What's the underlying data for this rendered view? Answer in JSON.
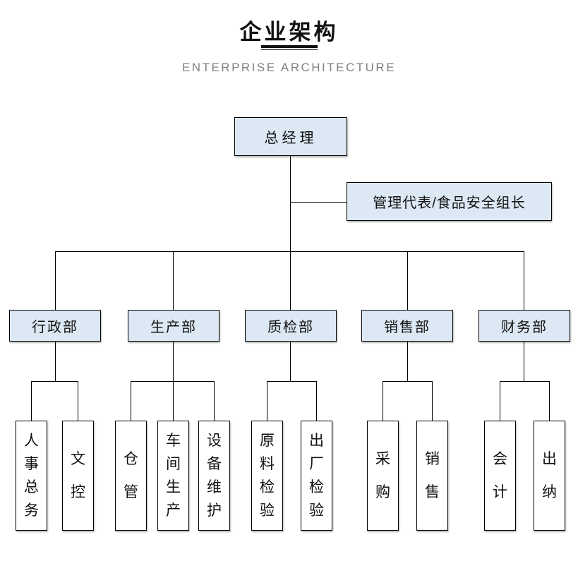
{
  "page": {
    "title": "企业架构",
    "subtitle": "ENTERPRISE ARCHITECTURE"
  },
  "colors": {
    "box_fill": "#dce8f4",
    "box_border": "#000000",
    "connector": "#000000",
    "title_text": "#111111",
    "subtitle_text": "#808080"
  },
  "org": {
    "root_label": "总经理",
    "staff_label": "管理代表/食品安全组长",
    "departments": [
      {
        "label": "行政部",
        "children": [
          "人事总务",
          "文控"
        ]
      },
      {
        "label": "生产部",
        "children": [
          "仓管",
          "车间生产",
          "设备维护"
        ]
      },
      {
        "label": "质检部",
        "children": [
          "原料检验",
          "出厂检验"
        ]
      },
      {
        "label": "销售部",
        "children": [
          "采购",
          "销售"
        ]
      },
      {
        "label": "财务部",
        "children": [
          "会计",
          "出纳"
        ]
      }
    ]
  }
}
